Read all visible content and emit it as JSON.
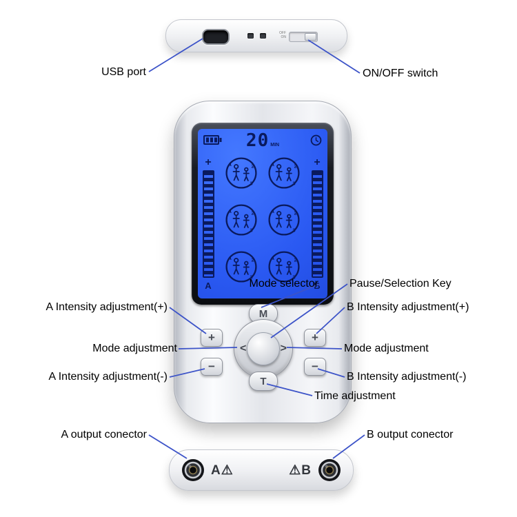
{
  "colors": {
    "callout_line": "#3c53c8",
    "lcd_blue": "#2a59f2",
    "lcd_ink": "#0a1a5e",
    "device_silver": "#e3e5ea"
  },
  "top_view": {
    "switch_off": "OFF",
    "switch_on": "ON"
  },
  "callouts": {
    "usb_port": "USB port",
    "on_off_switch": "ON/OFF switch",
    "mode_selector": "Mode selector",
    "pause_selection_key": "Pause/Selection Key",
    "a_intensity_plus": "A Intensity adjustment(+)",
    "b_intensity_plus": "B Intensity adjustment(+)",
    "mode_adjustment_left": "Mode adjustment",
    "mode_adjustment_right": "Mode adjustment",
    "a_intensity_minus": "A Intensity adjustment(-)",
    "b_intensity_minus": "B Intensity adjustment(-)",
    "time_adjustment": "Time adjustment",
    "a_output_connector": "A output conector",
    "b_output_connector": "B output conector"
  },
  "lcd": {
    "timer_value": "20",
    "timer_unit": "MIN",
    "channel_a_plus": "+",
    "channel_b_plus": "+",
    "channel_a_label": "A",
    "channel_b_label": "B",
    "mode_count": 6,
    "mode_numbers": [
      "1",
      "2",
      "3"
    ]
  },
  "controls": {
    "mode_selector_button": "M",
    "mode_prev_button": "<",
    "mode_next_button": ">",
    "time_button": "T",
    "a_plus_button": "+",
    "a_minus_button": "−",
    "b_plus_button": "+",
    "b_minus_button": "−"
  },
  "bottom_view": {
    "a_output_label": "A⚠",
    "b_output_label": "⚠B"
  }
}
